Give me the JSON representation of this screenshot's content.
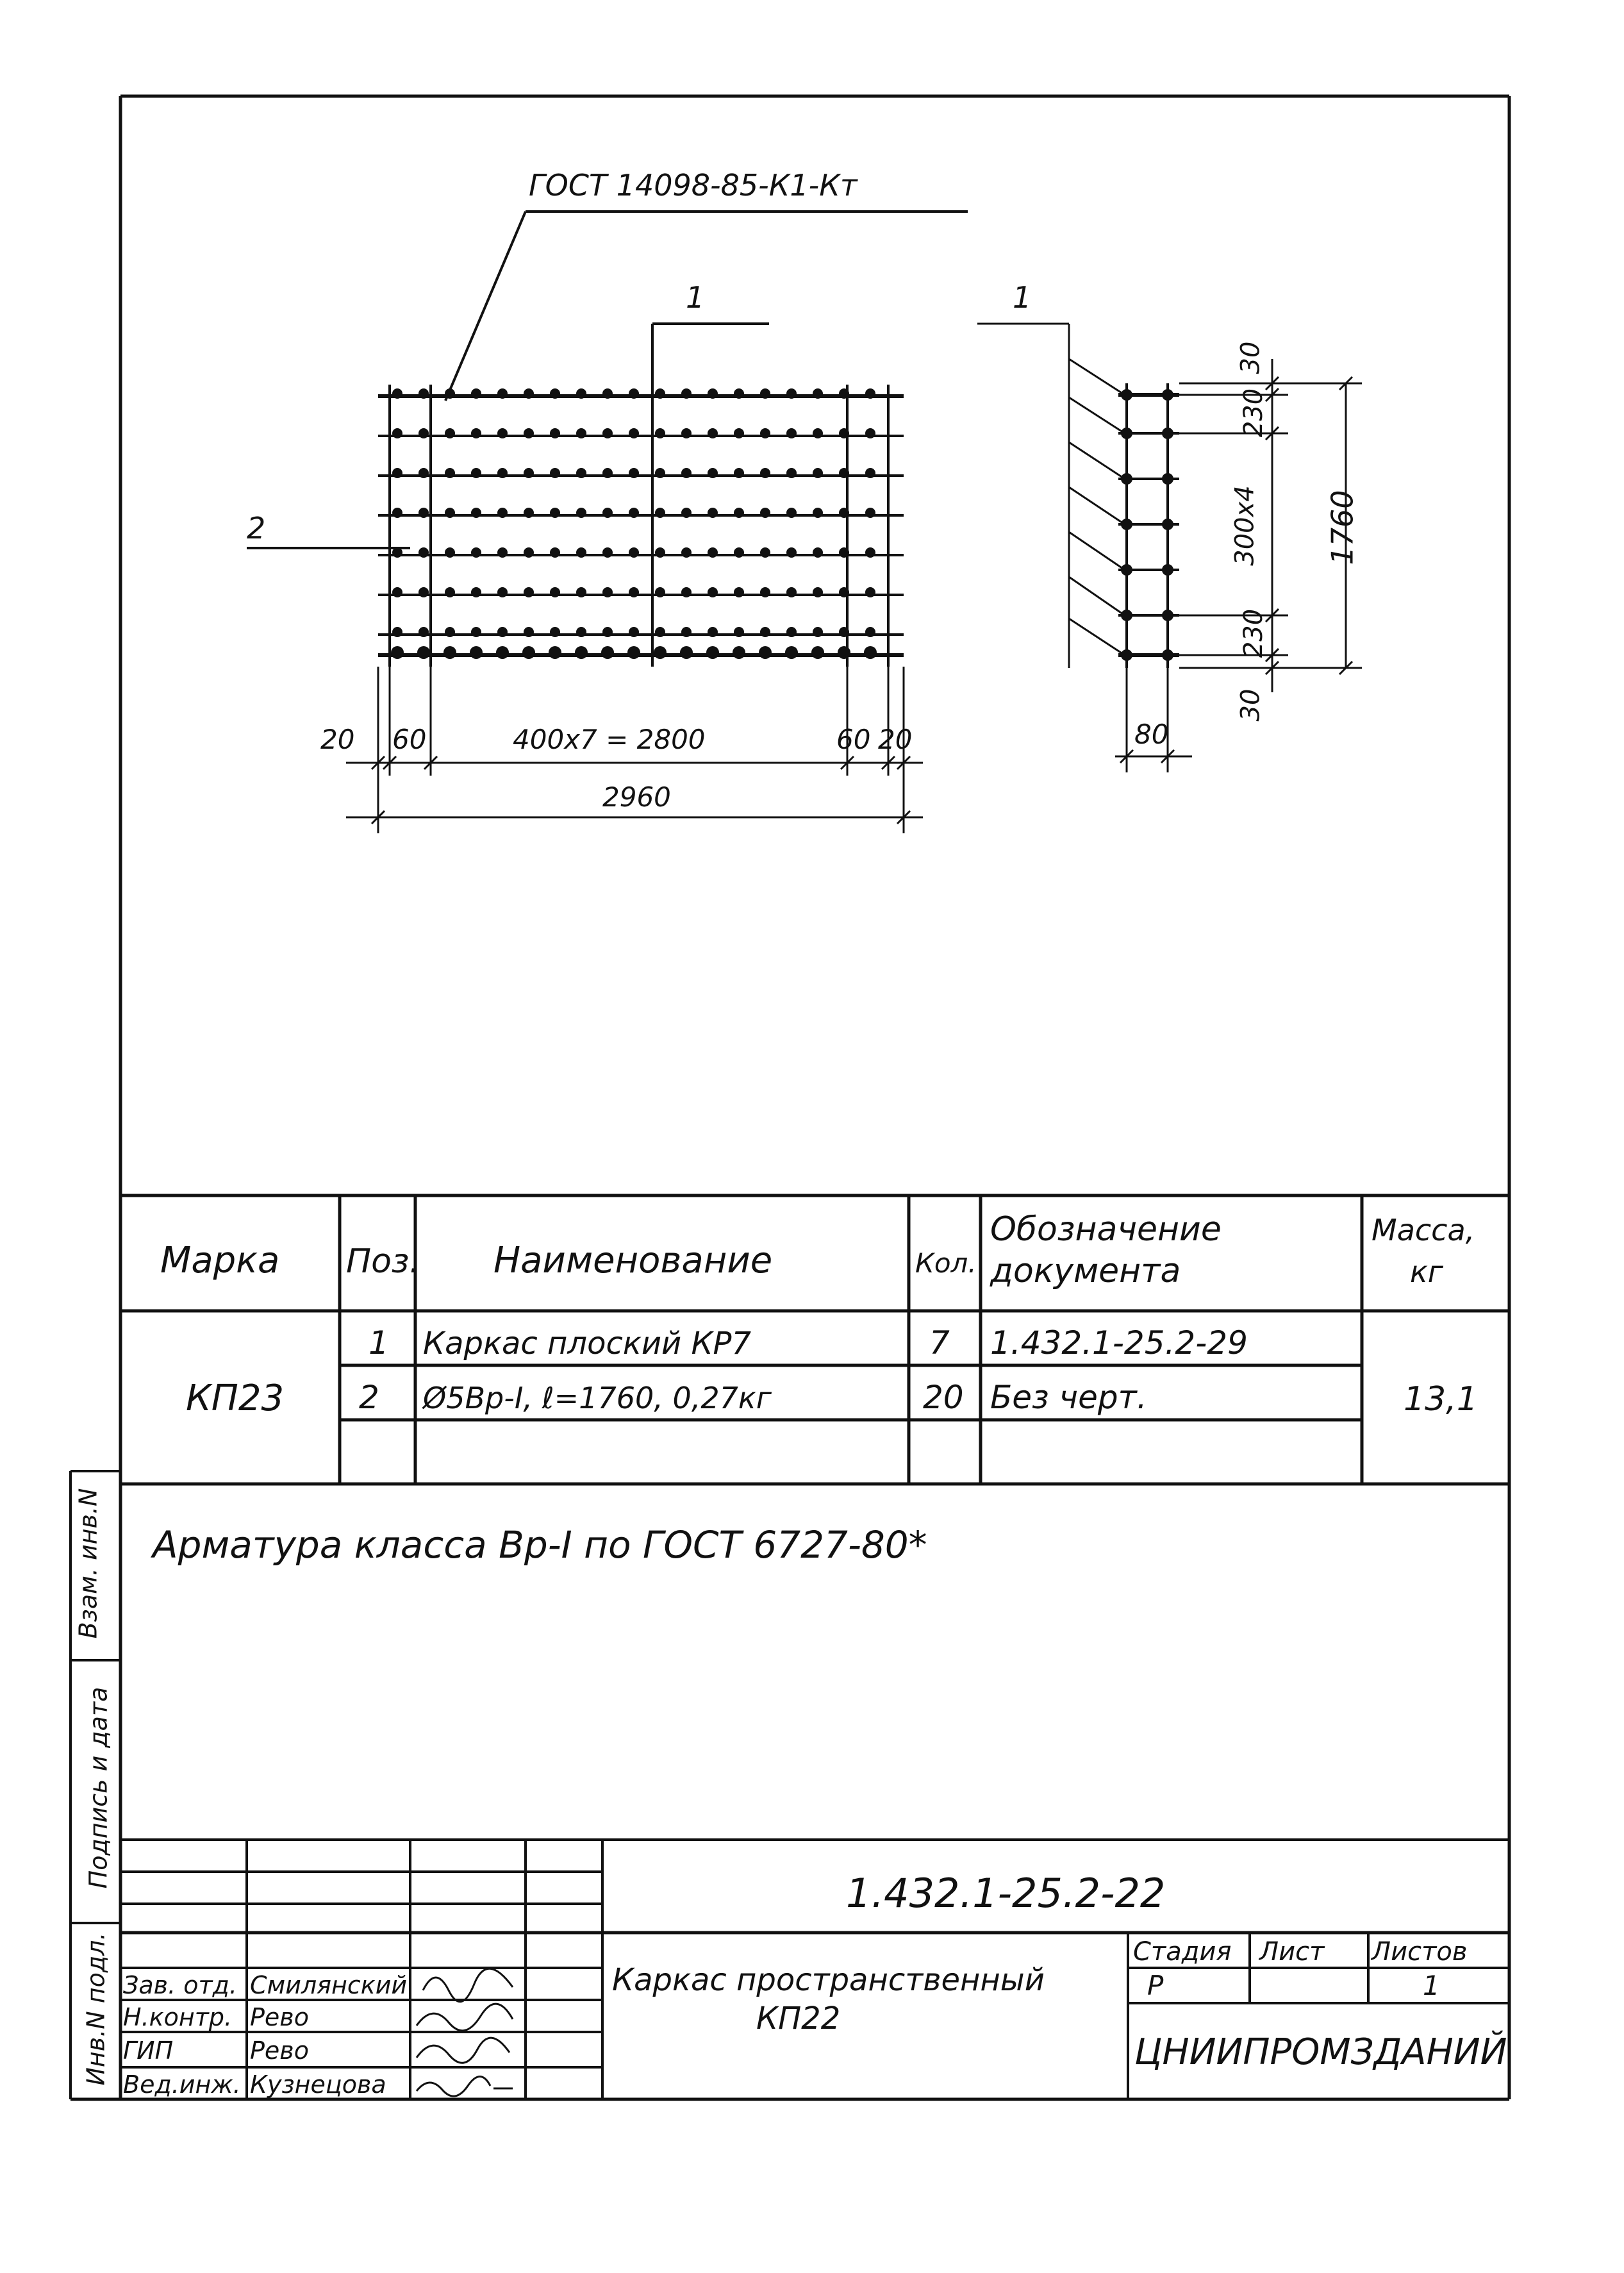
{
  "drawing": {
    "leader_gost": "ГОСТ 14098-85-К1-Кт",
    "section_mark": "1",
    "position_mark_2": "2",
    "dims_front": {
      "left_edge": "20",
      "left_offset": "60",
      "middle": "400х7 = 2800",
      "right_offset": "60",
      "right_edge": "20",
      "total": "2960"
    },
    "dims_section": {
      "top_edge": "30",
      "top_spacing": "230",
      "middle": "300х4",
      "bottom_spacing": "230",
      "bottom_edge": "30",
      "total": "1760",
      "width": "80"
    }
  },
  "spec_table": {
    "headers": {
      "mark": "Марка",
      "pos": "Поз.",
      "name": "Наименование",
      "qty": "Кол.",
      "designation_line1": "Обозначение",
      "designation_line2": "документа",
      "mass_line1": "Масса,",
      "mass_line2": "кг"
    },
    "mark_value": "КП23",
    "mass_value": "13,1",
    "rows": [
      {
        "pos": "1",
        "name": "Каркас плоский КР7",
        "qty": "7",
        "doc": "1.432.1-25.2-29"
      },
      {
        "pos": "2",
        "name": "Ø5Вр-I, ℓ=1760, 0,27кг",
        "qty": "20",
        "doc": "Без черт."
      },
      {
        "pos": "",
        "name": "",
        "qty": "",
        "doc": ""
      }
    ]
  },
  "note": "Арматура класса Вр-I по ГОСТ 6727-80*",
  "side_stamp": {
    "inv_orig": "Инв.N подл.",
    "signature_date": "Подпись и дата",
    "replace_inv": "Взам. инв.N"
  },
  "title_block": {
    "doc_code": "1.432.1-25.2-22",
    "roles": [
      {
        "role": "Зав. отд.",
        "name": "Смилянский"
      },
      {
        "role": "Н.контр.",
        "name": "Рево"
      },
      {
        "role": "ГИП",
        "name": "Рево"
      },
      {
        "role": "Вед.инж.",
        "name": "Кузнецова"
      }
    ],
    "title_line1": "Каркас пространственный",
    "title_line2": "КП22",
    "stage_header": "Стадия",
    "sheet_header": "Лист",
    "sheets_header": "Листов",
    "stage_value": "Р",
    "sheet_value": "",
    "sheets_value": "1",
    "organization": "ЦНИИПРОМЗДАНИЙ"
  }
}
